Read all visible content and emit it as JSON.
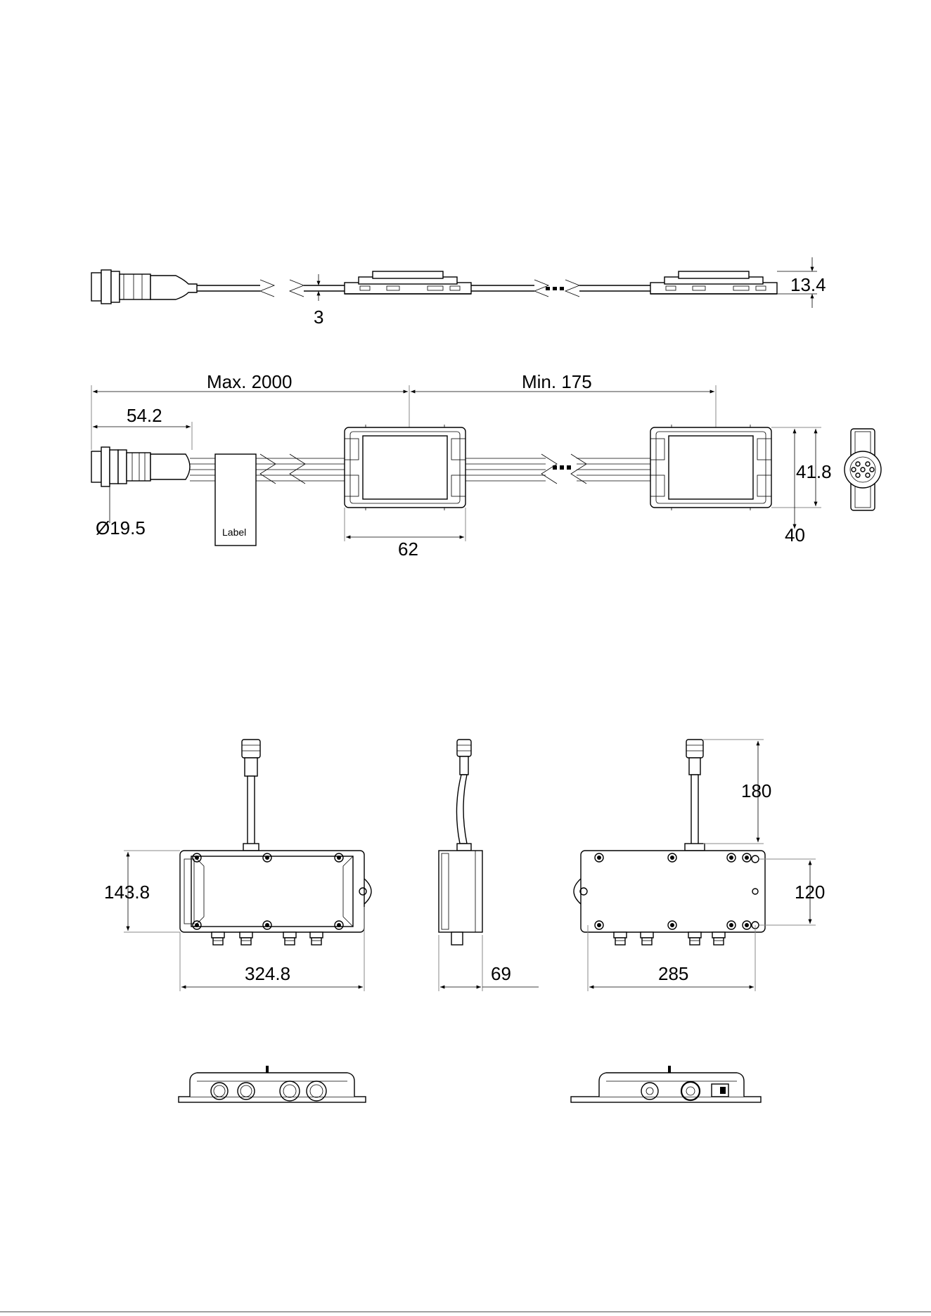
{
  "dimensions": {
    "top_height": "13.4",
    "cable_thickness": "3",
    "max_length": "Max. 2000",
    "min_spacing": "Min. 175",
    "connector_length": "54.2",
    "connector_diameter": "Ø19.5",
    "label_text": "Label",
    "module_width": "62",
    "module_height": "41.8",
    "module_depth": "40",
    "box_height": "143.8",
    "box_width": "324.8",
    "box_depth": "69",
    "mount_spacing_w": "285",
    "mount_spacing_h": "120",
    "cable_length": "180"
  }
}
